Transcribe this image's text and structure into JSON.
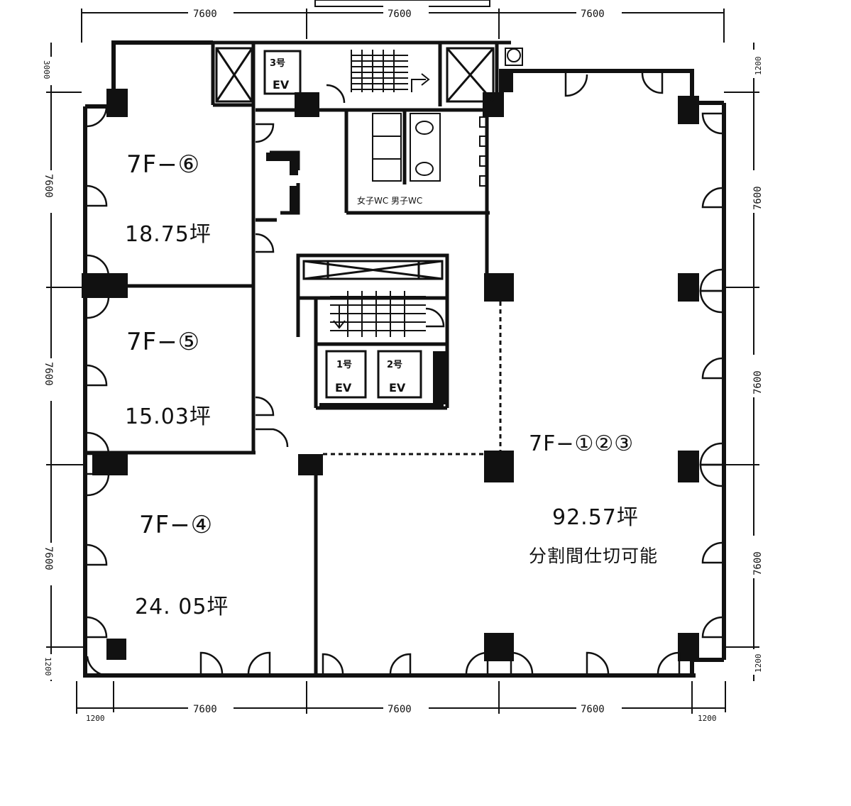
{
  "units": [
    {
      "id": "7F-6",
      "name": "7F−⑥",
      "area": "18.75坪"
    },
    {
      "id": "7F-5",
      "name": "7F−⑤",
      "area": "15.03坪"
    },
    {
      "id": "7F-4",
      "name": "7F−④",
      "area": "24. 05坪"
    },
    {
      "id": "7F-123",
      "name": "7F−①②③",
      "area": "92.57坪",
      "note": "分割間仕切可能"
    }
  ],
  "dimensions": {
    "top": [
      "7600",
      "7600",
      "7600"
    ],
    "bottom": [
      "1200",
      "7600",
      "7600",
      "7600",
      "1200"
    ],
    "left": [
      "3000",
      "7600",
      "7600",
      "7600",
      "1200"
    ],
    "right": [
      "1200",
      "7600",
      "7600",
      "7600",
      "1200"
    ]
  },
  "core": {
    "ev3": [
      "3号",
      "EV"
    ],
    "ev1": [
      "1号",
      "EV"
    ],
    "ev2": [
      "2号",
      "EV"
    ],
    "wc": "女子WC 男子WC"
  }
}
